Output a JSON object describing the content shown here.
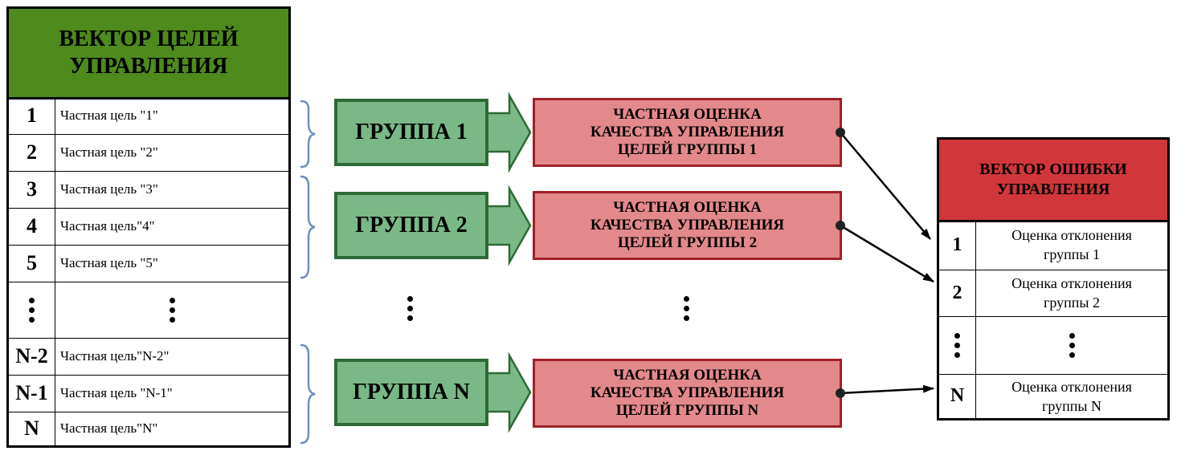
{
  "goals": {
    "title": "ВЕКТОР ЦЕЛЕЙ\nУПРАВЛЕНИЯ",
    "rows": [
      {
        "num": "1",
        "label": "Частная цель \"1\""
      },
      {
        "num": "2",
        "label": "Частная цель \"2\""
      },
      {
        "num": "3",
        "label": "Частная цель \"3\""
      },
      {
        "num": "4",
        "label": "Частная цель\"4\""
      },
      {
        "num": "5",
        "label": "Частная цель \"5\""
      },
      {
        "num": "N-2",
        "label": "Частная цель\"N-2\""
      },
      {
        "num": "N-1",
        "label": "Частная цель \"N-1\""
      },
      {
        "num": "N",
        "label": "Частная цель\"N\""
      }
    ]
  },
  "groups": [
    {
      "label": "ГРУППА 1",
      "assessment": "ЧАСТНАЯ ОЦЕНКА\nКАЧЕСТВА УПРАВЛЕНИЯ\nЦЕЛЕЙ ГРУППЫ 1"
    },
    {
      "label": "ГРУППА 2",
      "assessment": "ЧАСТНАЯ ОЦЕНКА\nКАЧЕСТВА УПРАВЛЕНИЯ\nЦЕЛЕЙ ГРУППЫ  2"
    },
    {
      "label": "ГРУППА N",
      "assessment": "ЧАСТНАЯ ОЦЕНКА\nКАЧЕСТВА УПРАВЛЕНИЯ\nЦЕЛЕЙ ГРУППЫ  N"
    }
  ],
  "errors": {
    "title": "ВЕКТОР ОШИБКИ\nУПРАВЛЕНИЯ",
    "rows": [
      {
        "num": "1",
        "label": "Оценка отклонения\nгруппы 1"
      },
      {
        "num": "2",
        "label": "Оценка отклонения\nгруппы 2"
      },
      {
        "num": "N",
        "label": "Оценка отклонения\nгруппы N"
      }
    ]
  },
  "colors": {
    "goals_header": "#4e8a1c",
    "group_fill": "#7ab987",
    "group_border": "#2e6a35",
    "assessment_fill": "#e3898c",
    "assessment_border": "#a02027",
    "errors_header": "#d1363b",
    "brace": "#6f8fbf"
  }
}
